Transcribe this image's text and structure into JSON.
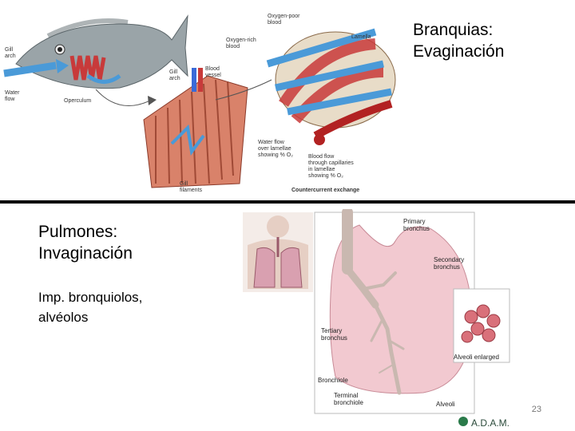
{
  "gills": {
    "title": "Branquias:\nEvaginación",
    "figure": {
      "labels": {
        "gill_arch": "Gill\narch",
        "water_flow": "Water\nflow",
        "operculum": "Operculum",
        "gill_arch_2": "Gill\narch",
        "blood_vessel": "Blood\nvessel",
        "gill_filaments": "Gill\nfilaments",
        "oxygen_poor_blood": "Oxygen-poor\nblood",
        "oxygen_rich_blood": "Oxygen-rich\nblood",
        "lamella": "Lamella",
        "water_flow_over_lamellae": "Water flow\nover lamellae\nshowing % O₂",
        "blood_flow": "Blood flow\nthrough capillaries\nin lamellae\nshowing % O₂",
        "countercurrent_exchange": "Countercurrent exchange"
      }
    }
  },
  "lungs": {
    "title": "Pulmones:\nInvaginación",
    "body": "Imp. bronquiolos,\nalvéolos",
    "figure": {
      "labels": {
        "primary_bronchus": "Primary\nbronchus",
        "secondary_bronchus": "Secondary\nbronchus",
        "tertiary_bronchus": "Tertiary\nbronchus",
        "bronchiole": "Bronchiole",
        "terminal_bronchiole": "Terminal\nbronchiole",
        "alveoli_enlarged": "Alveoli enlarged",
        "alveoli": "Alveoli"
      },
      "logo": "A.D.A.M."
    }
  },
  "page_number": "23",
  "colors": {
    "gill_red": "#c83a3a",
    "water_blue": "#4a9ad8",
    "lung_pink": "#f2c9d0",
    "bronchus": "#c9b8b0"
  }
}
